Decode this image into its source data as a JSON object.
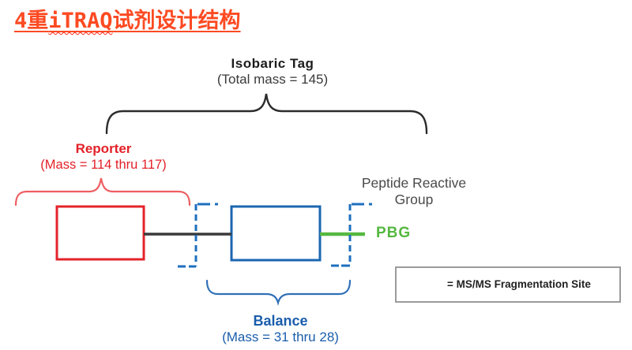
{
  "title": {
    "prefix": "4重",
    "highlight": "iTRAQ",
    "suffix": "试剂设计结构",
    "color": "#fd4a22"
  },
  "diagram": {
    "isobaric_tag": {
      "label": "Isobaric Tag",
      "sublabel": "(Total mass = 145)"
    },
    "reporter": {
      "label": "Reporter",
      "sublabel": "(Mass = 114 thru 117)",
      "color": "#e32128"
    },
    "balance": {
      "label": "Balance",
      "sublabel": "(Mass = 31 thru 28)",
      "color": "#1a5dac"
    },
    "peptide_reactive_group": {
      "line1": "Peptide Reactive",
      "line2": "Group"
    },
    "pbg": {
      "label": "PBG",
      "color": "#55b841"
    },
    "legend": {
      "label": "= MS/MS Fragmentation Site"
    },
    "colors": {
      "reporter_box": "#e3232b",
      "balance_box": "#1a66b0",
      "connector": "#3a3a3a",
      "pbg_line": "#55b841",
      "fragmentation_site": "#1e6fbe",
      "brace_black": "#2b2b2b",
      "brace_red": "#ee5e62",
      "brace_blue": "#2e6fb7"
    }
  }
}
